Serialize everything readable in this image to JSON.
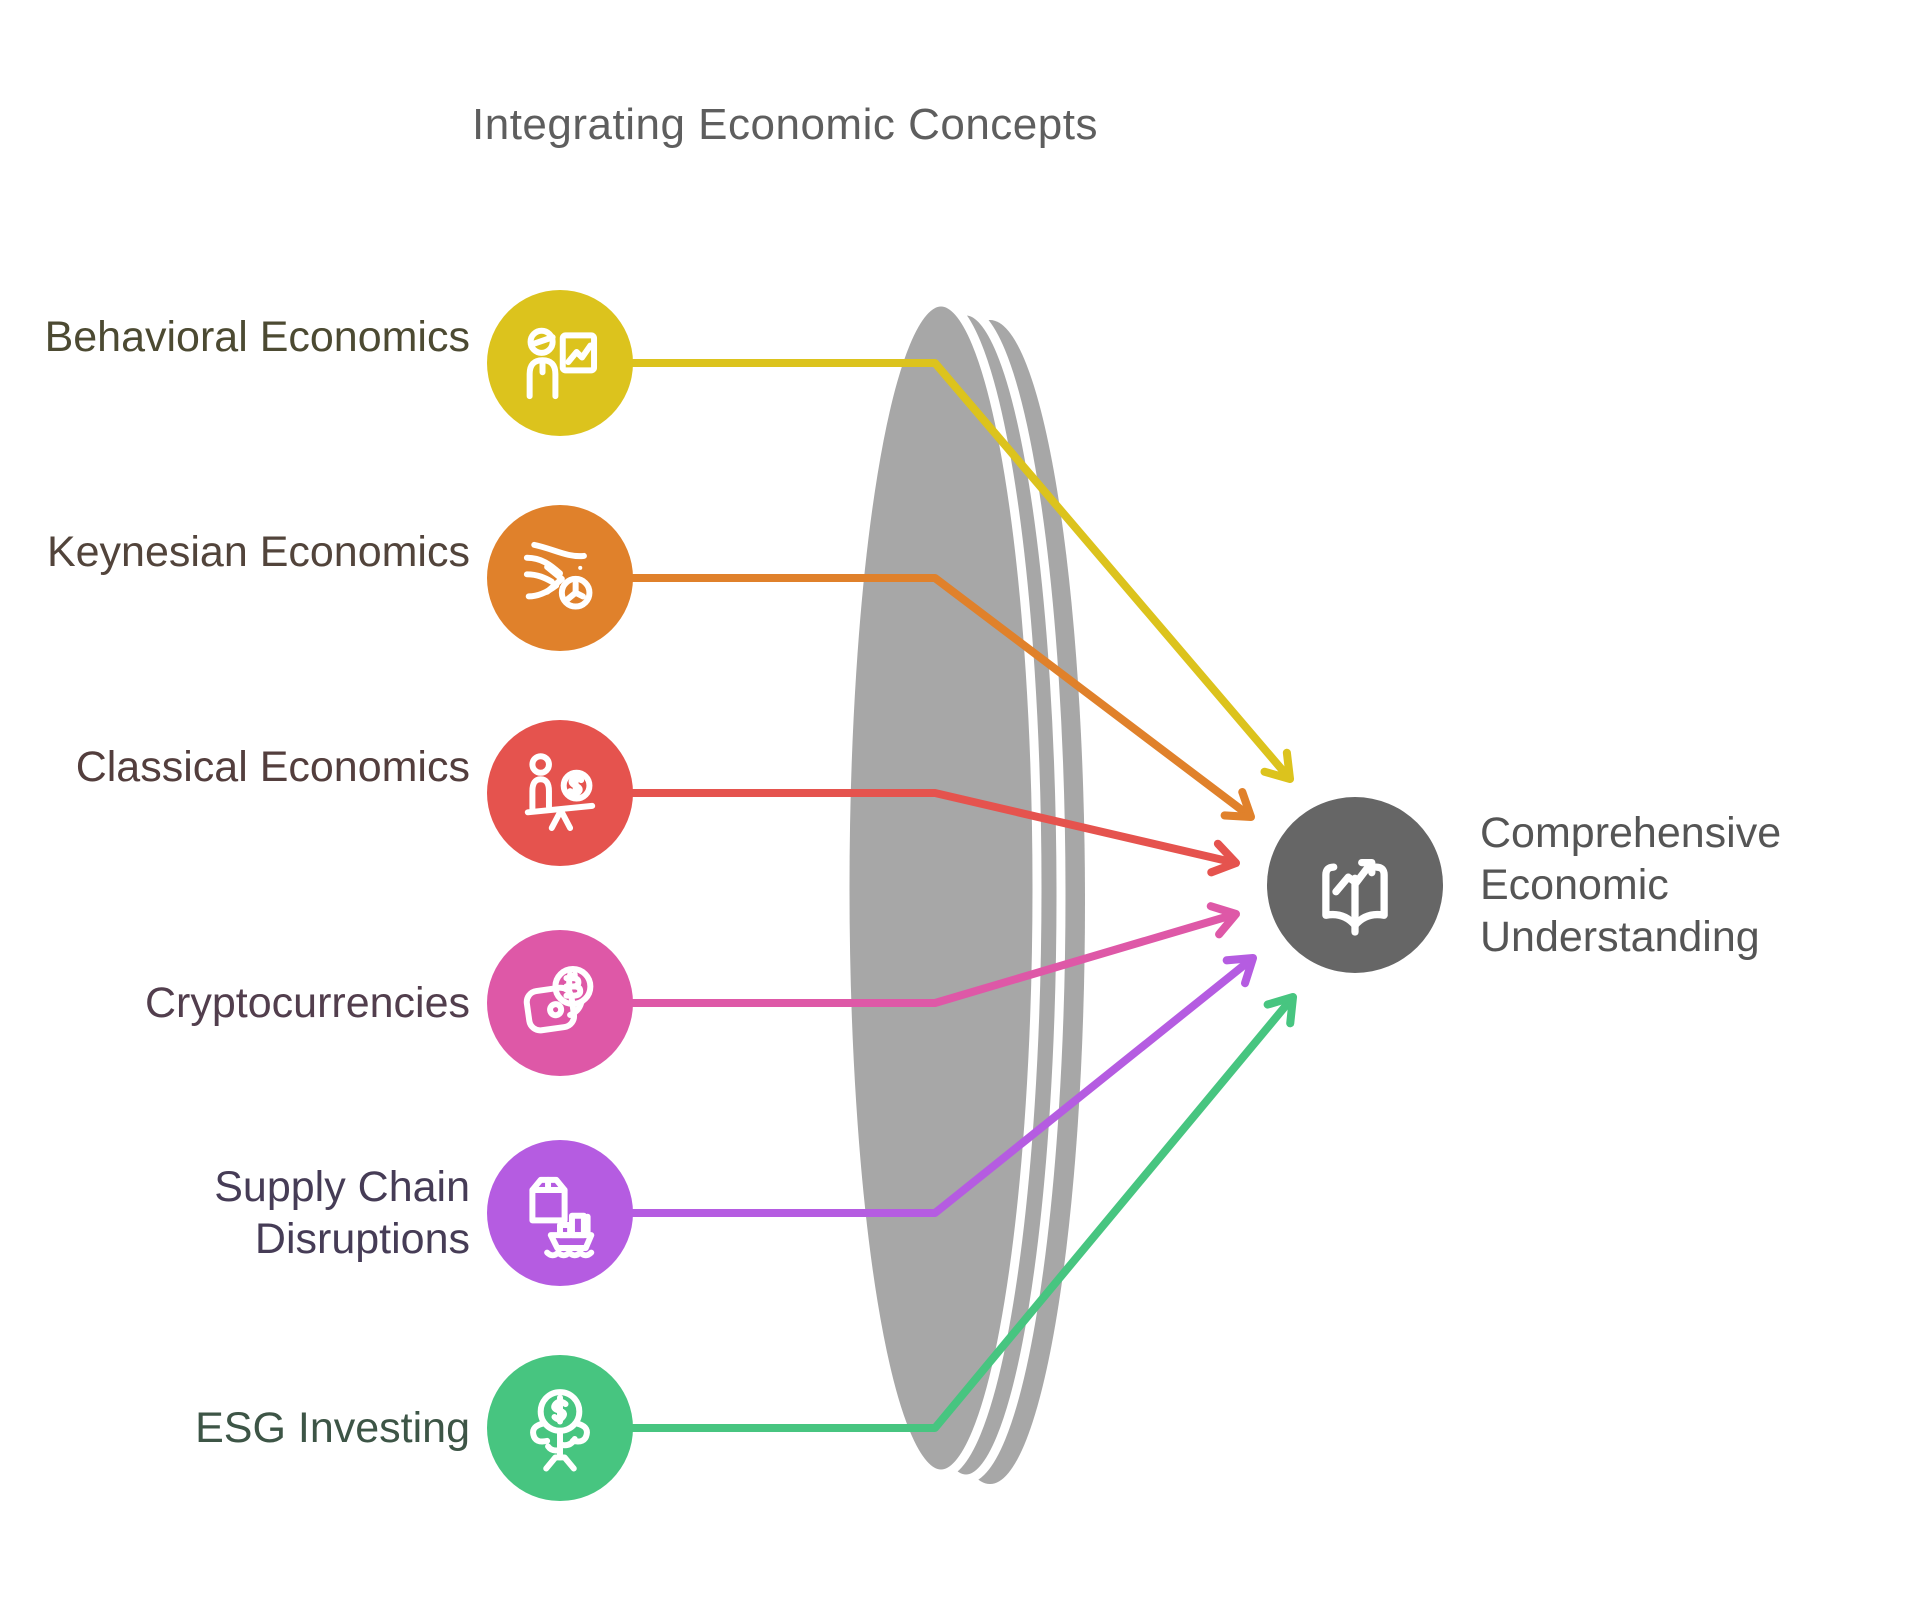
{
  "title": "Integrating Economic Concepts",
  "colors": {
    "background": "#ffffff",
    "title_text": "#5e5e5e",
    "lens": "#a7a7a7",
    "lens_gap": "#ffffff",
    "outcome_text": "#555555"
  },
  "concepts": [
    {
      "label": "Behavioral Economics",
      "color": "#dcc31d",
      "label_color": "#4c4a32",
      "icon": "presenter-chart-icon"
    },
    {
      "label": "Keynesian Economics",
      "color": "#e0812b",
      "label_color": "#52443b",
      "icon": "flow-clock-icon"
    },
    {
      "label": "Classical Economics",
      "color": "#e5534e",
      "label_color": "#533e3d",
      "icon": "balance-person-money-icon"
    },
    {
      "label": "Cryptocurrencies",
      "color": "#de58a7",
      "label_color": "#523e4d",
      "icon": "wallet-bitcoin-icon"
    },
    {
      "label": "Supply Chain Disruptions",
      "color": "#b55ce1",
      "label_color": "#463c56",
      "icon": "cargo-ship-box-icon"
    },
    {
      "label": "ESG Investing",
      "color": "#47c580",
      "label_color": "#3d5546",
      "icon": "money-tree-icon"
    }
  ],
  "outcome": {
    "label": "Comprehensive Economic Understanding",
    "color": "#666666",
    "icon": "book-growth-icon"
  }
}
